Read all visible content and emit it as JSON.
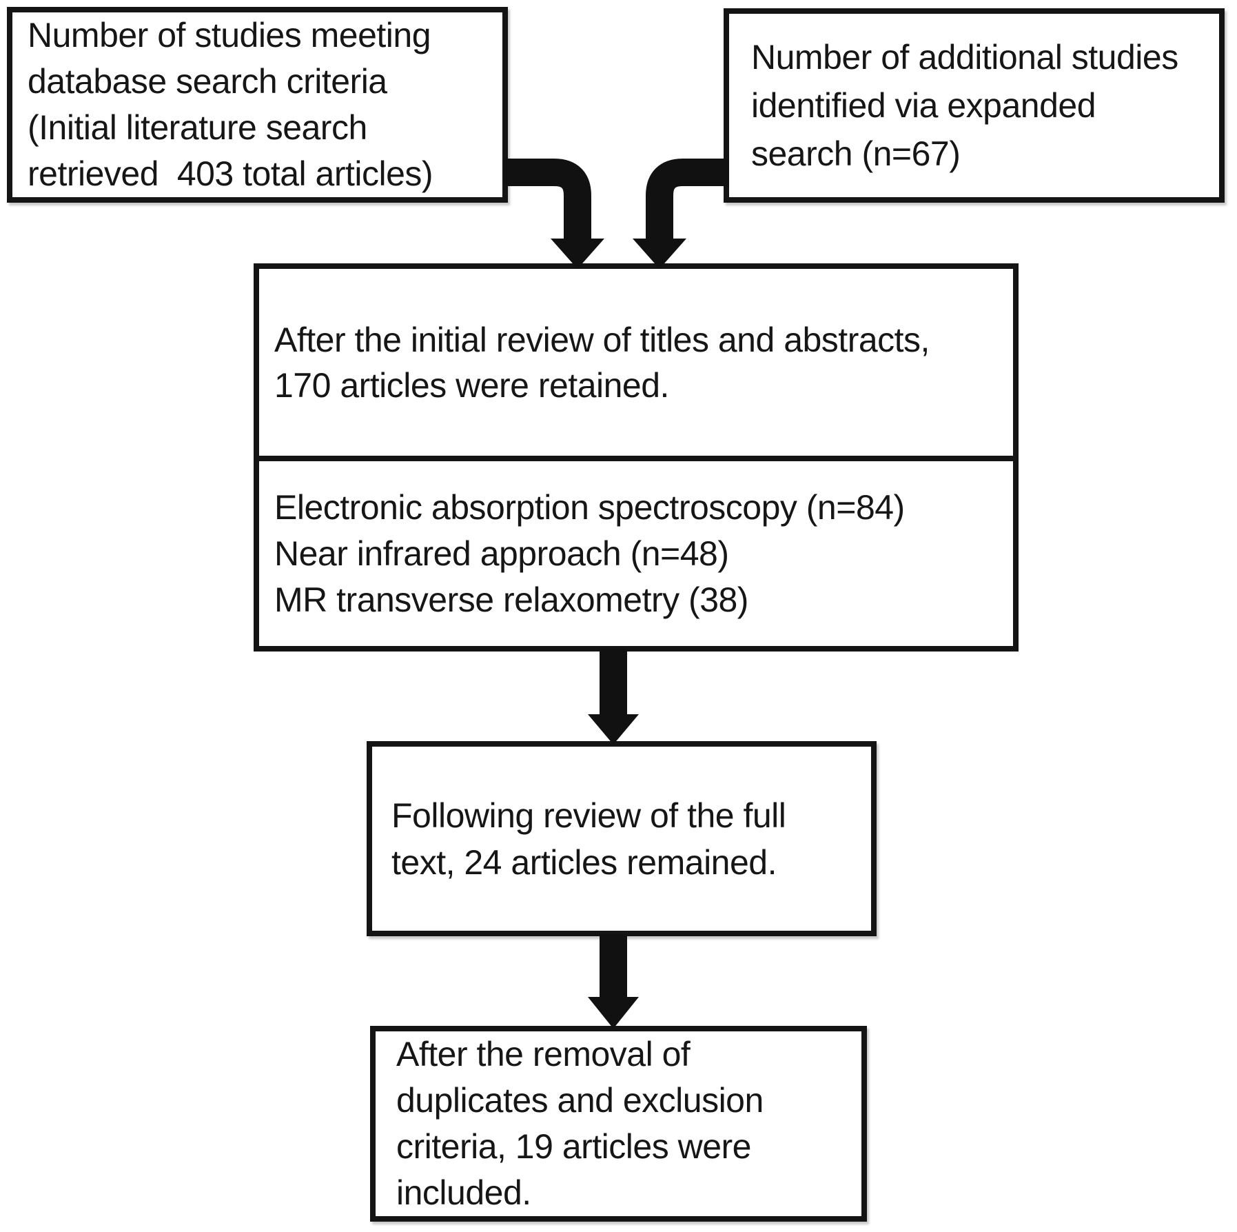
{
  "diagram": {
    "title_semantic": "Literature screening flow diagram",
    "colors": {
      "background": "#ffffff",
      "border": "#141414",
      "text": "#161616",
      "arrow": "#111111"
    },
    "box_database_search": {
      "lines": [
        "Number of studies meeting",
        "database search criteria",
        "(Initial literature search",
        "retrieved  403 total articles)"
      ]
    },
    "box_expanded_search": {
      "lines": [
        "Number of additional studies",
        "identified via expanded",
        "search (n=67)"
      ]
    },
    "box_initial_review": {
      "retained_lines": [
        "After the initial review of titles and abstracts,",
        "170 articles were retained."
      ],
      "modality_lines": [
        "Electronic absorption spectroscopy (n=84)",
        "Near infrared approach (n=48)",
        "MR transverse relaxometry (38)"
      ]
    },
    "box_fulltext_review": {
      "lines": [
        "Following review of the full",
        "text, 24 articles remained."
      ]
    },
    "box_included": {
      "lines": [
        "After the removal of",
        "duplicates and exclusion",
        "criteria, 19 articles were",
        "included."
      ]
    }
  }
}
